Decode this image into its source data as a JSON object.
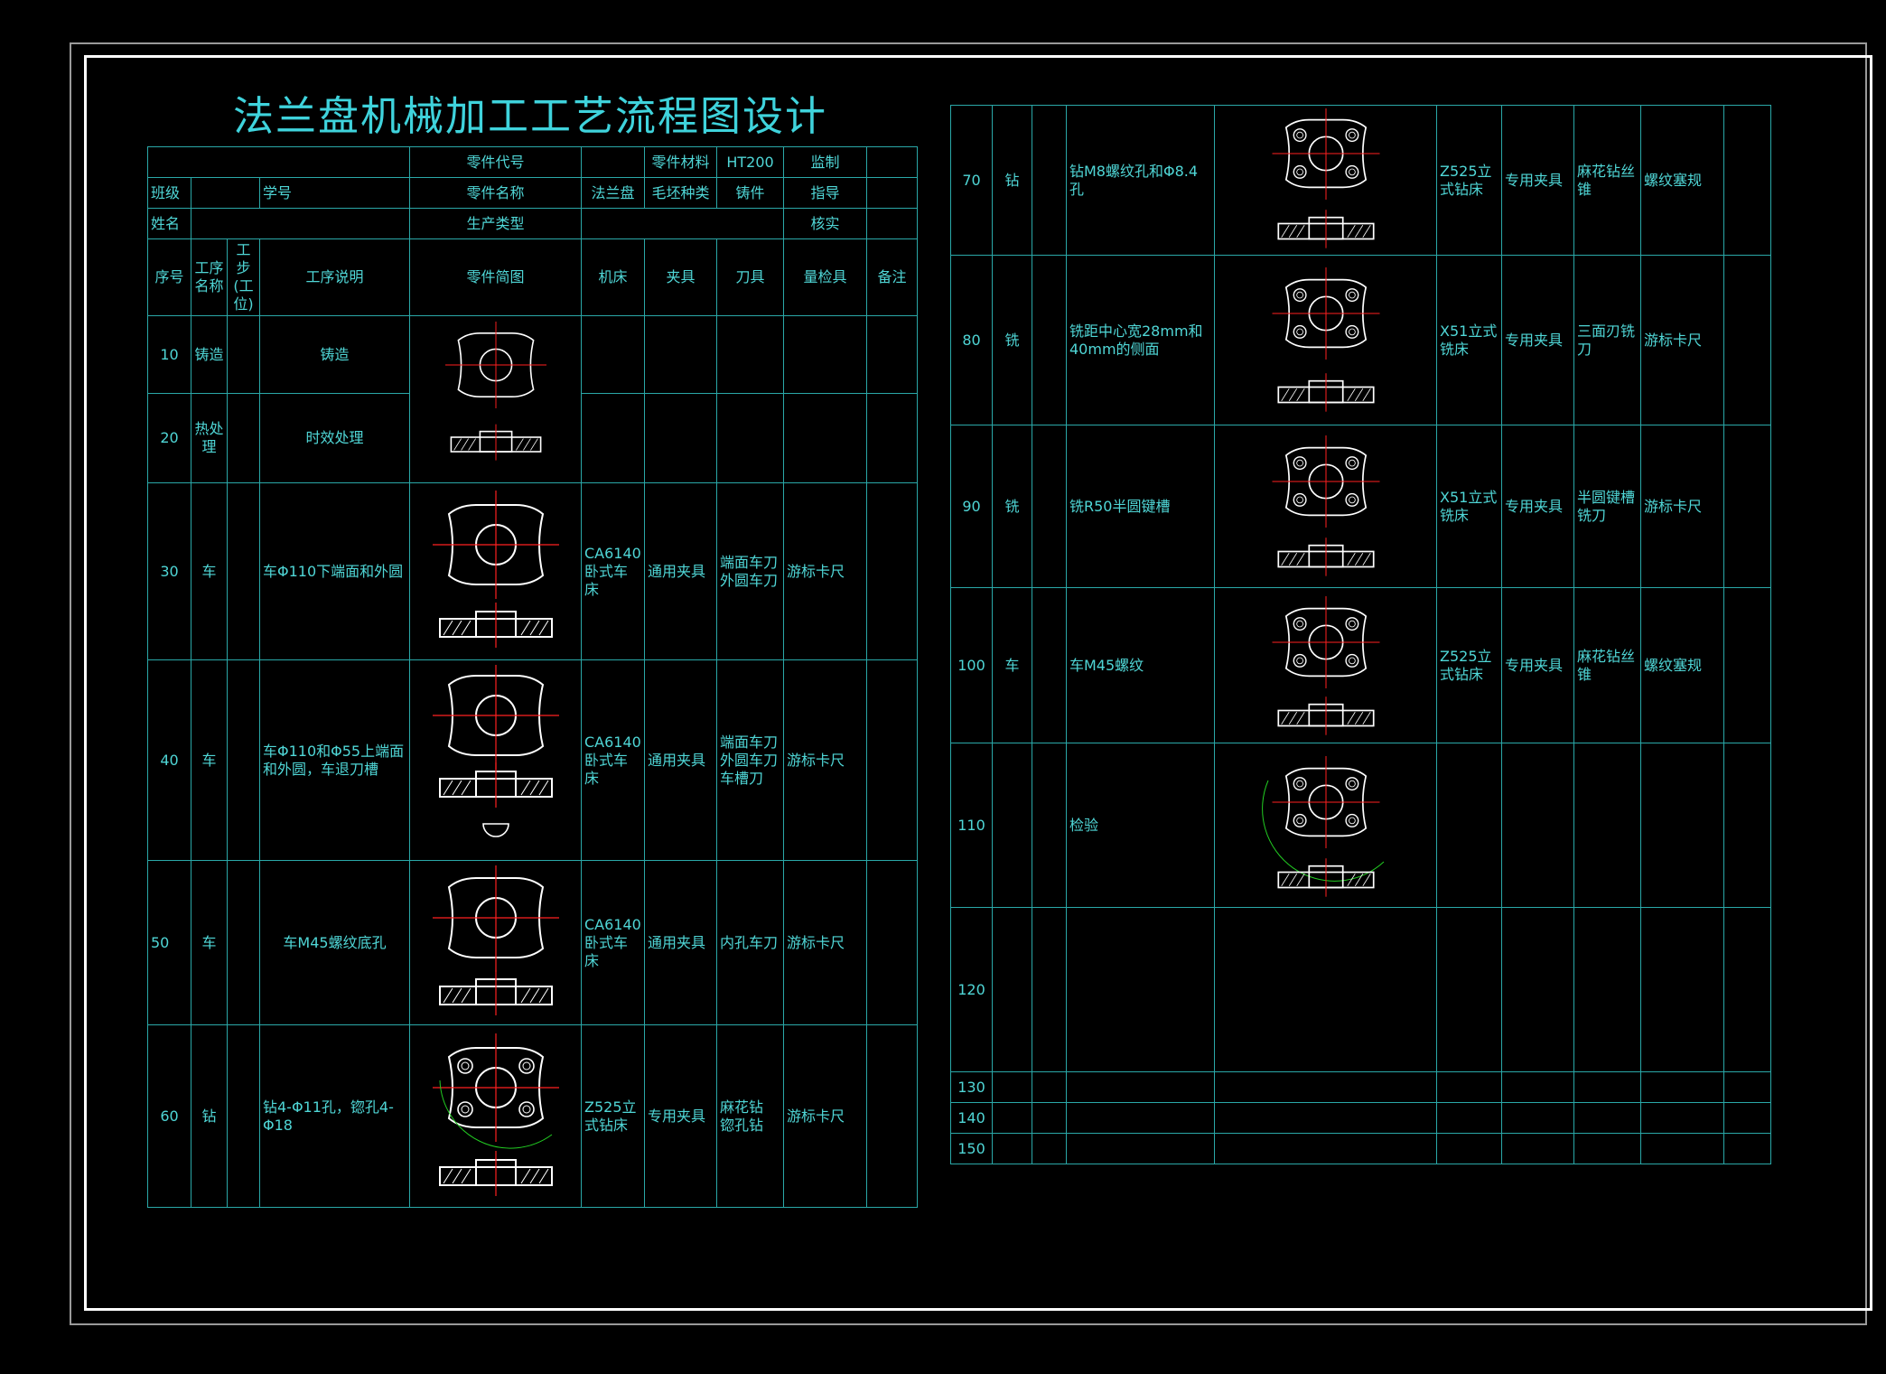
{
  "title": "法兰盘机械加工工艺流程图设计",
  "header": {
    "part_code_label": "零件代号",
    "part_material_label": "零件材料",
    "part_material_value": "HT200",
    "supervise_label": "监制",
    "class_label": "班级",
    "student_no_label": "学号",
    "part_name_label": "零件名称",
    "part_name_value": "法兰盘",
    "blank_type_label": "毛坯种类",
    "blank_type_value": "铸件",
    "guide_label": "指导",
    "name_label": "姓名",
    "production_type_label": "生产类型",
    "verify_label": "核实"
  },
  "columns": {
    "seq": "序号",
    "op_name": "工序名称",
    "step": "工步(工位)",
    "desc": "工序说明",
    "sketch": "零件简图",
    "machine": "机床",
    "fixture": "夹具",
    "tool": "刀具",
    "gauge": "量检具",
    "remark": "备注"
  },
  "left_rows": [
    {
      "seq": "10",
      "name": "铸造",
      "desc": "铸造",
      "machine": "",
      "fixture": "",
      "tool": "",
      "gauge": ""
    },
    {
      "seq": "20",
      "name": "热处理",
      "desc": "时效处理",
      "machine": "",
      "fixture": "",
      "tool": "",
      "gauge": ""
    },
    {
      "seq": "30",
      "name": "车",
      "desc": "车Φ110下端面和外圆",
      "machine": "CA6140卧式车床",
      "fixture": "通用夹具",
      "tool": "端面车刀 外圆车刀",
      "gauge": "游标卡尺"
    },
    {
      "seq": "40",
      "name": "车",
      "desc": "车Φ110和Φ55上端面和外圆，车退刀槽",
      "machine": "CA6140卧式车床",
      "fixture": "通用夹具",
      "tool": "端面车刀 外圆车刀 车槽刀",
      "gauge": "游标卡尺"
    },
    {
      "seq": "50",
      "name": "车",
      "desc": "车M45螺纹底孔",
      "machine": "CA6140卧式车床",
      "fixture": "通用夹具",
      "tool": "内孔车刀",
      "gauge": "游标卡尺"
    },
    {
      "seq": "60",
      "name": "钻",
      "desc": "钻4-Φ11孔，锪孔4-Φ18",
      "machine": "Z525立式钻床",
      "fixture": "专用夹具",
      "tool": "麻花钻 锪孔钻",
      "gauge": "游标卡尺"
    }
  ],
  "right_rows": [
    {
      "seq": "70",
      "name": "钻",
      "desc": "钻M8螺纹孔和Φ8.4孔",
      "machine": "Z525立式钻床",
      "fixture": "专用夹具",
      "tool": "麻花钻丝锥",
      "gauge": "螺纹塞规"
    },
    {
      "seq": "80",
      "name": "铣",
      "desc": "铣距中心宽28mm和40mm的侧面",
      "machine": "X51立式铣床",
      "fixture": "专用夹具",
      "tool": "三面刃铣刀",
      "gauge": "游标卡尺"
    },
    {
      "seq": "90",
      "name": "铣",
      "desc": "铣R50半圆键槽",
      "machine": "X51立式铣床",
      "fixture": "专用夹具",
      "tool": "半圆键槽铣刀",
      "gauge": "游标卡尺"
    },
    {
      "seq": "100",
      "name": "车",
      "desc": "车M45螺纹",
      "machine": "Z525立式钻床",
      "fixture": "专用夹具",
      "tool": "麻花钻丝锥",
      "gauge": "螺纹塞规"
    },
    {
      "seq": "110",
      "name": "",
      "desc": "检验",
      "machine": "",
      "fixture": "",
      "tool": "",
      "gauge": ""
    },
    {
      "seq": "120",
      "name": "",
      "desc": "",
      "machine": "",
      "fixture": "",
      "tool": "",
      "gauge": ""
    },
    {
      "seq": "130",
      "name": "",
      "desc": "",
      "machine": "",
      "fixture": "",
      "tool": "",
      "gauge": ""
    },
    {
      "seq": "140",
      "name": "",
      "desc": "",
      "machine": "",
      "fixture": "",
      "tool": "",
      "gauge": ""
    },
    {
      "seq": "150",
      "name": "",
      "desc": "",
      "machine": "",
      "fixture": "",
      "tool": "",
      "gauge": ""
    }
  ],
  "colors": {
    "line": "#2aa8a8",
    "text": "#4fd6d6",
    "drawing": "#ffffff",
    "center": "#ff2020",
    "dim": "#22cc22",
    "title": "#3fd3dc"
  }
}
